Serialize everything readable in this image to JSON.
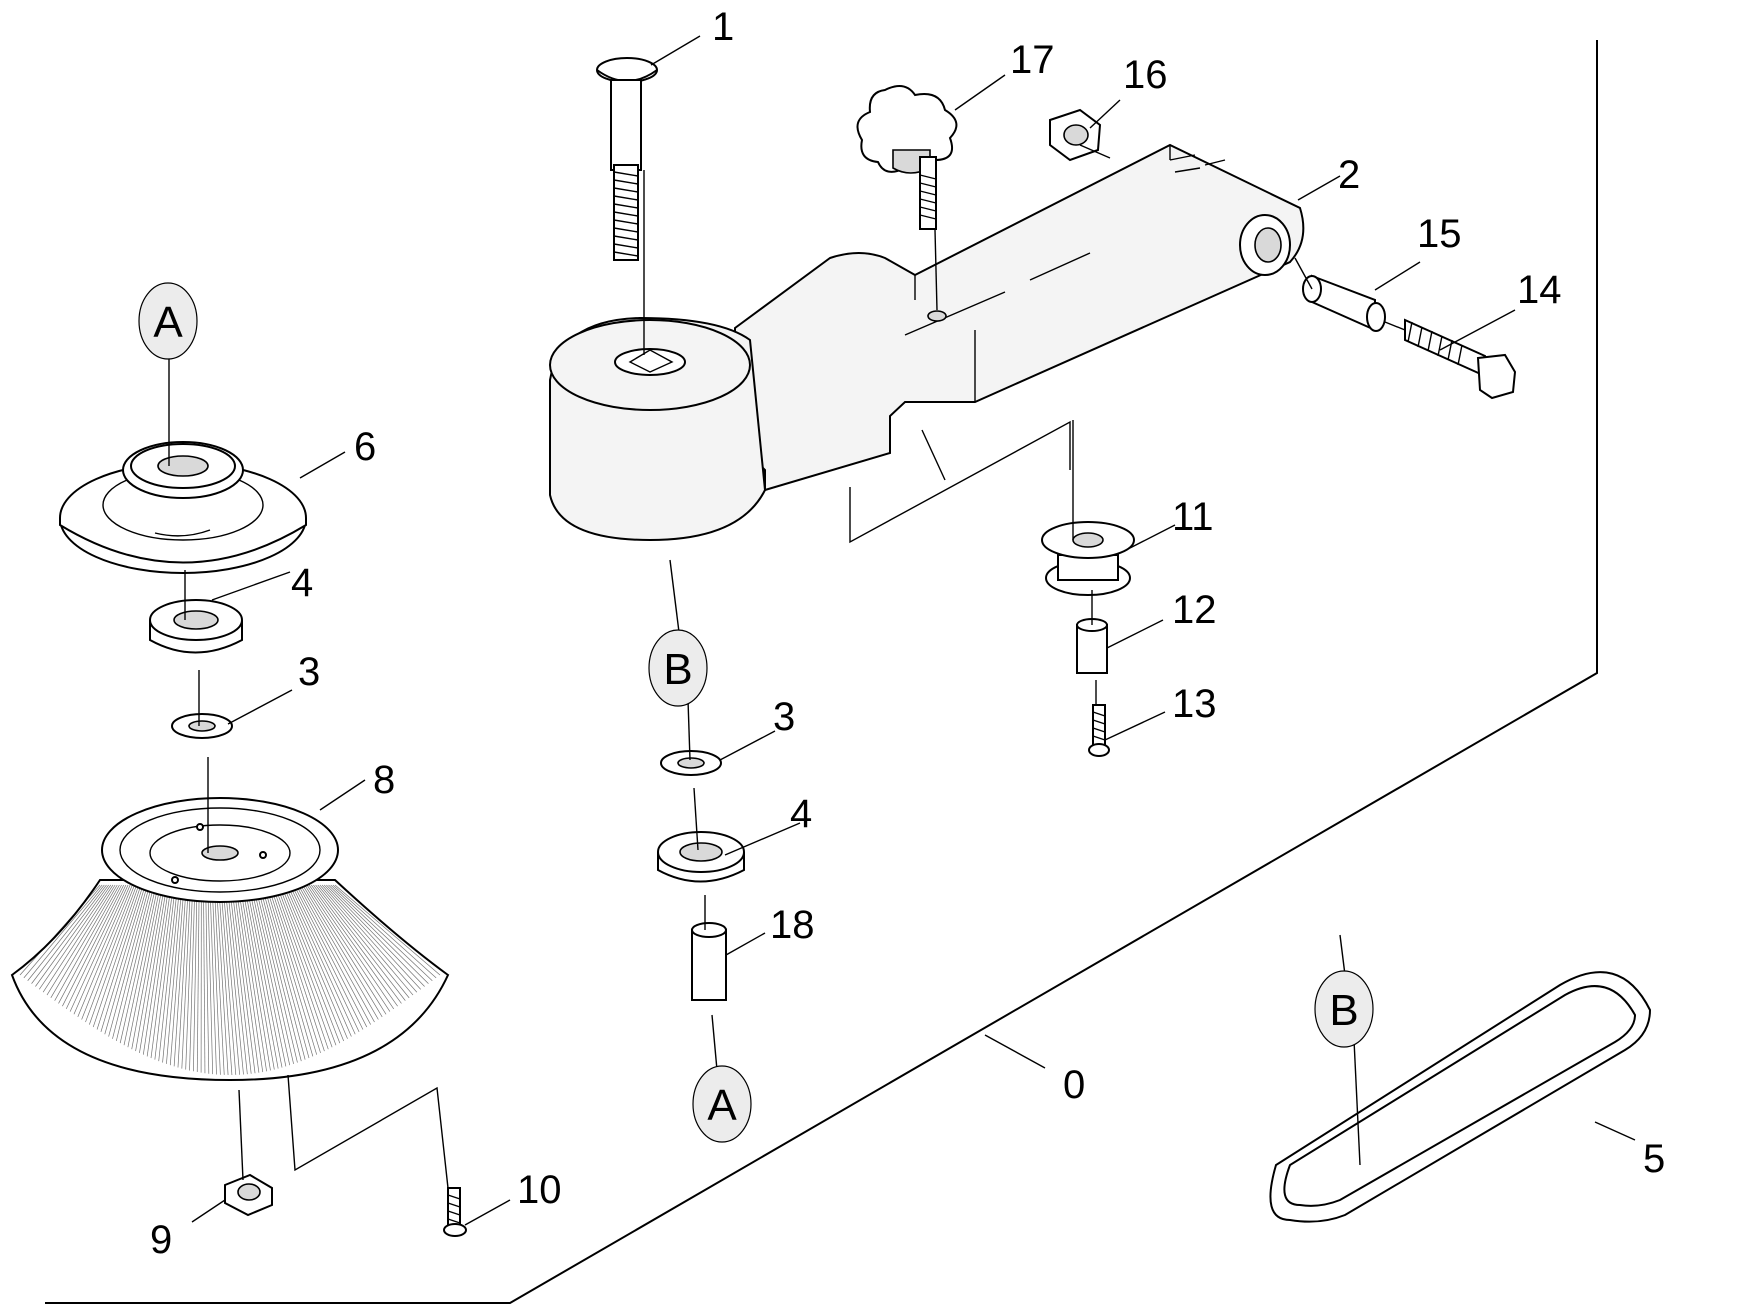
{
  "diagram": {
    "type": "exploded-parts-view",
    "callouts": [
      {
        "key": "p0",
        "label": "0"
      },
      {
        "key": "p1",
        "label": "1"
      },
      {
        "key": "p2",
        "label": "2"
      },
      {
        "key": "p3a",
        "label": "3"
      },
      {
        "key": "p3b",
        "label": "3"
      },
      {
        "key": "p4a",
        "label": "4"
      },
      {
        "key": "p4b",
        "label": "4"
      },
      {
        "key": "p5",
        "label": "5"
      },
      {
        "key": "p6",
        "label": "6"
      },
      {
        "key": "p8",
        "label": "8"
      },
      {
        "key": "p9",
        "label": "9"
      },
      {
        "key": "p10",
        "label": "10"
      },
      {
        "key": "p11",
        "label": "11"
      },
      {
        "key": "p12",
        "label": "12"
      },
      {
        "key": "p13",
        "label": "13"
      },
      {
        "key": "p14",
        "label": "14"
      },
      {
        "key": "p15",
        "label": "15"
      },
      {
        "key": "p16",
        "label": "16"
      },
      {
        "key": "p17",
        "label": "17"
      },
      {
        "key": "p18",
        "label": "18"
      }
    ],
    "reference_markers": [
      {
        "key": "a_top",
        "label": "A"
      },
      {
        "key": "b_mid",
        "label": "B"
      },
      {
        "key": "a_bottom",
        "label": "A"
      },
      {
        "key": "b_belt",
        "label": "B"
      }
    ]
  }
}
